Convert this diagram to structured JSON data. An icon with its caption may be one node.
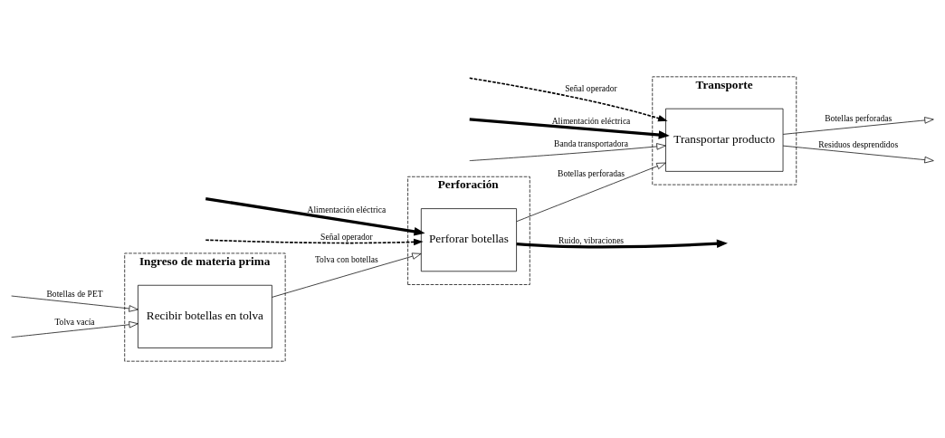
{
  "diagram": {
    "nodes": [
      {
        "text": [
          "Ingreso de materia prima"
        ]
      },
      {
        "text": [
          "Recibir botellas en tolva"
        ],
        "in": 0
      },
      {
        "text": [
          "Perforación"
        ]
      },
      {
        "text": [
          "Perforar botellas"
        ],
        "in": 2
      },
      {
        "text": [
          "Transporte"
        ]
      },
      {
        "text": [
          "Transportar producto"
        ],
        "in": 4
      }
    ],
    "edges": [
      {
        "from": null,
        "to": 1,
        "arrow": "to",
        "label": "Botellas de PET"
      },
      {
        "from": null,
        "to": 1,
        "arrow": "to",
        "label": "Tolva vacía"
      },
      {
        "from": 1,
        "to": 3,
        "arrow": "to",
        "label": "Tolva con botellas"
      },
      {
        "from": null,
        "to": 3,
        "arrow": "to",
        "label": "Alimentación eléctrica",
        "style": "thick"
      },
      {
        "from": null,
        "to": 3,
        "arrow": "to",
        "label": "Señal operador",
        "style": "dashed"
      },
      {
        "from": 3,
        "to": 5,
        "arrow": "to",
        "label": "Botellas perforadas"
      },
      {
        "from": 3,
        "to": null,
        "arrow": "to",
        "label": "Ruido, vibraciones",
        "style": "thick"
      },
      {
        "from": null,
        "to": 5,
        "arrow": "to",
        "label": "Señal operador",
        "style": "dashed"
      },
      {
        "from": null,
        "to": 5,
        "arrow": "to",
        "label": "Alimentación eléctrica",
        "style": "thick"
      },
      {
        "from": null,
        "to": 5,
        "arrow": "to",
        "label": "Banda transportadora"
      },
      {
        "from": 5,
        "to": null,
        "arrow": "to",
        "label": "Botellas perforadas"
      },
      {
        "from": 5,
        "to": null,
        "arrow": "to",
        "label": "Residuos desprendidos"
      }
    ]
  }
}
